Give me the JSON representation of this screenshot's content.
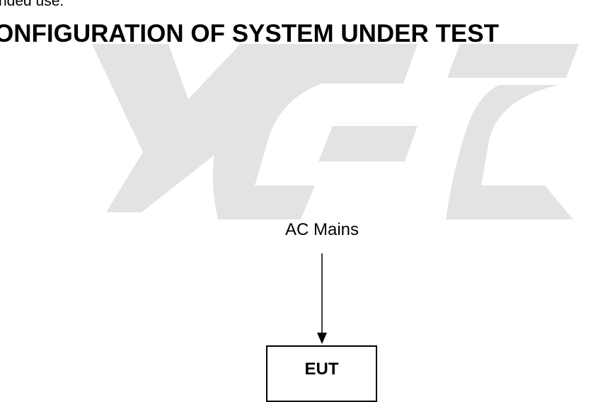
{
  "document": {
    "preceding_text": "nded use.",
    "section_heading": "ONFIGURATION OF SYSTEM UNDER TEST"
  },
  "diagram": {
    "source_label": "AC Mains",
    "device_label": "EUT",
    "connection": "arrow-down"
  },
  "watermark": {
    "color": "#e3e3e3"
  }
}
